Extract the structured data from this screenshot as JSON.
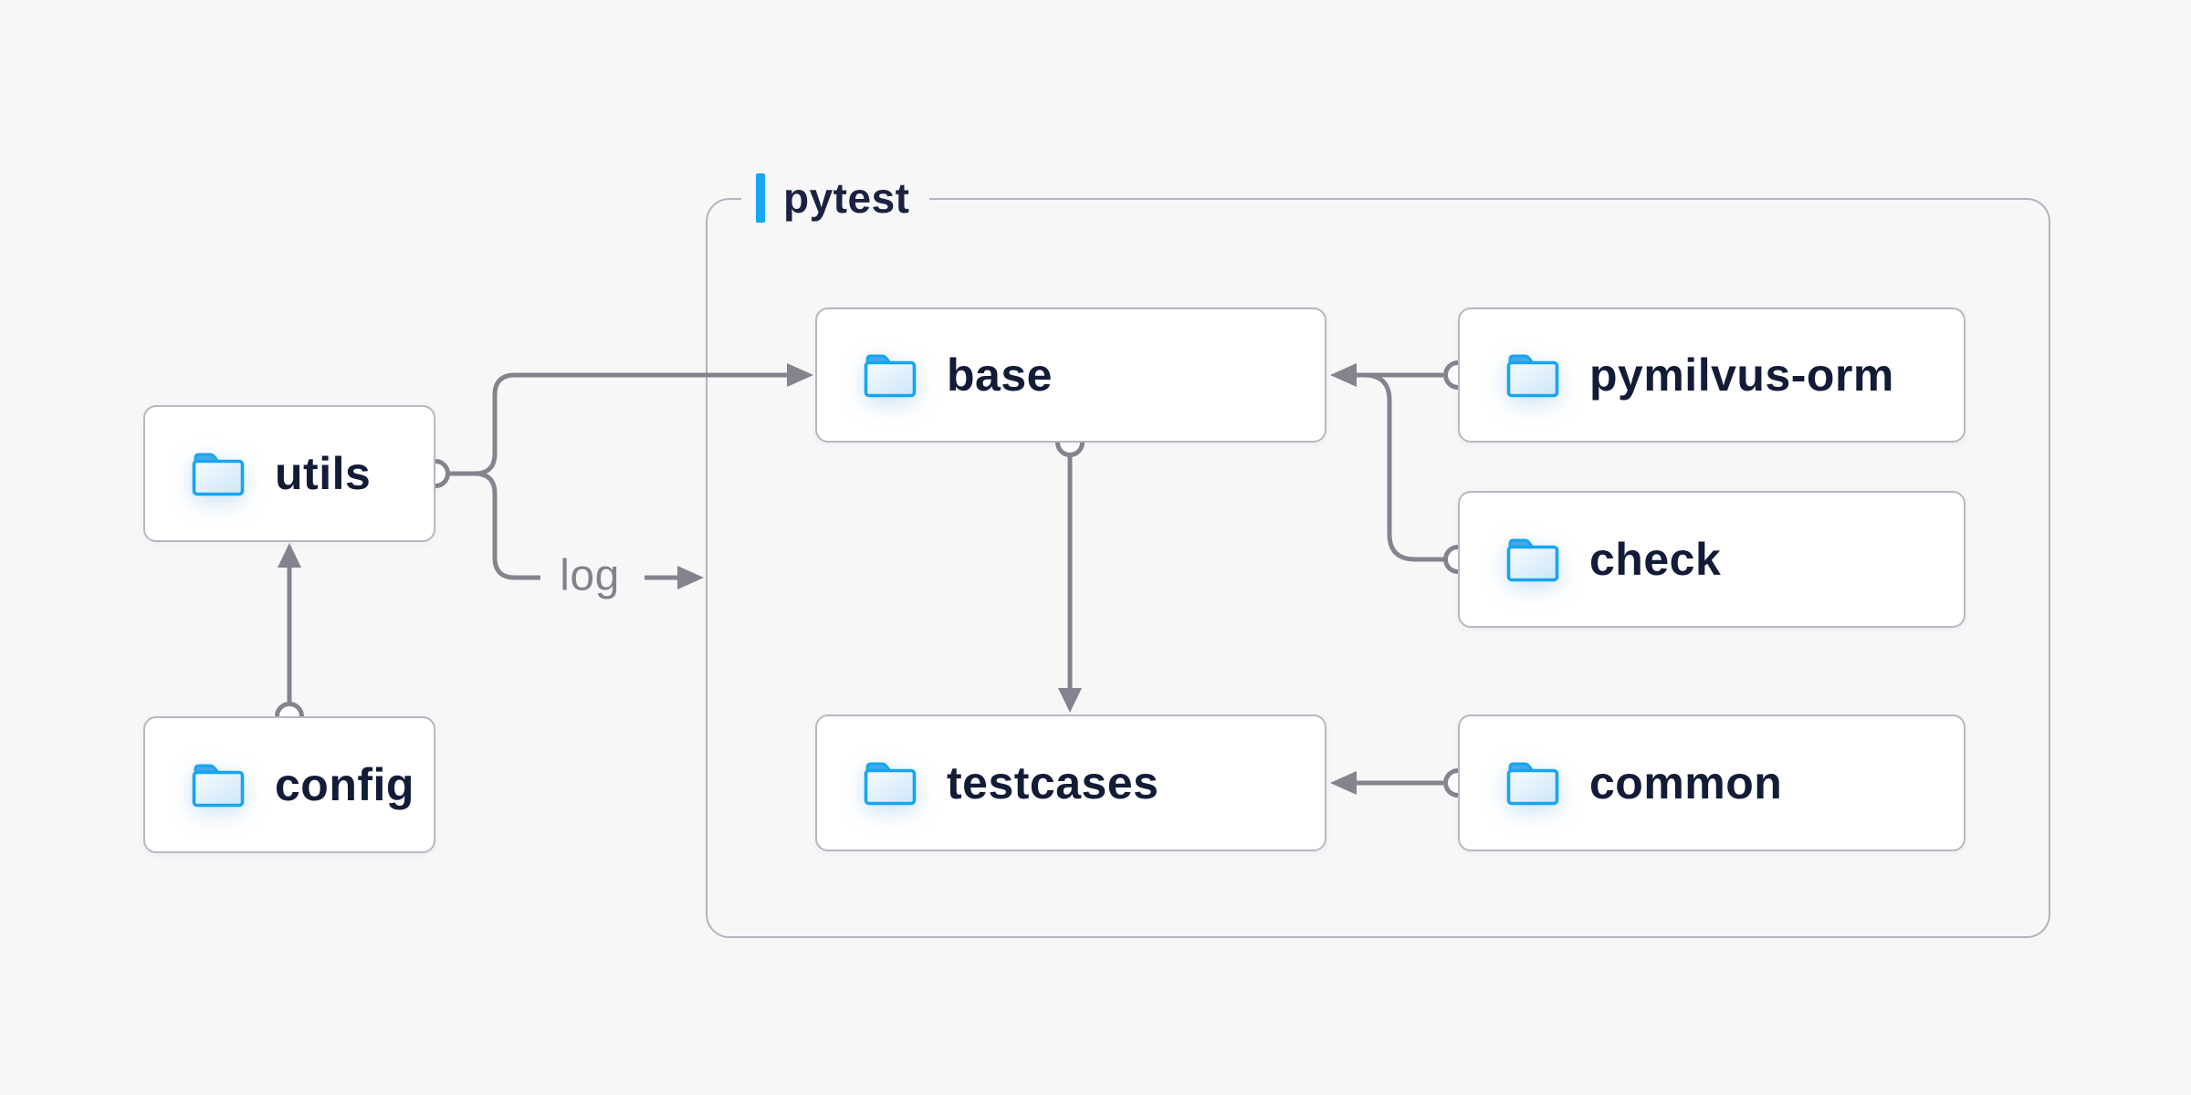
{
  "colors": {
    "background": "#f7f7f8",
    "accent_blue": "#15a7f1",
    "line_gray": "#84848e",
    "node_text": "#131c36",
    "node_border": "#b6b8c2",
    "container_border": "#b3b4bf",
    "folder_outline": "#16a5f2",
    "folder_tab_fill": "#43a9e9",
    "folder_body_fill": "#d9ecfa"
  },
  "container": {
    "label": "pytest"
  },
  "nodes": [
    {
      "id": "utils",
      "label": "utils"
    },
    {
      "id": "config",
      "label": "config"
    },
    {
      "id": "base",
      "label": "base"
    },
    {
      "id": "pymilvus-orm",
      "label": "pymilvus-orm"
    },
    {
      "id": "check",
      "label": "check"
    },
    {
      "id": "testcases",
      "label": "testcases"
    },
    {
      "id": "common",
      "label": "common"
    }
  ],
  "edges": [
    {
      "from": "config",
      "to": "utils",
      "label": ""
    },
    {
      "from": "utils",
      "to": "base",
      "label": ""
    },
    {
      "from": "utils",
      "to": "pytest",
      "label": "log"
    },
    {
      "from": "pymilvus-orm",
      "to": "base",
      "label": ""
    },
    {
      "from": "check",
      "to": "base",
      "label": ""
    },
    {
      "from": "base",
      "to": "testcases",
      "label": ""
    },
    {
      "from": "common",
      "to": "testcases",
      "label": ""
    }
  ]
}
